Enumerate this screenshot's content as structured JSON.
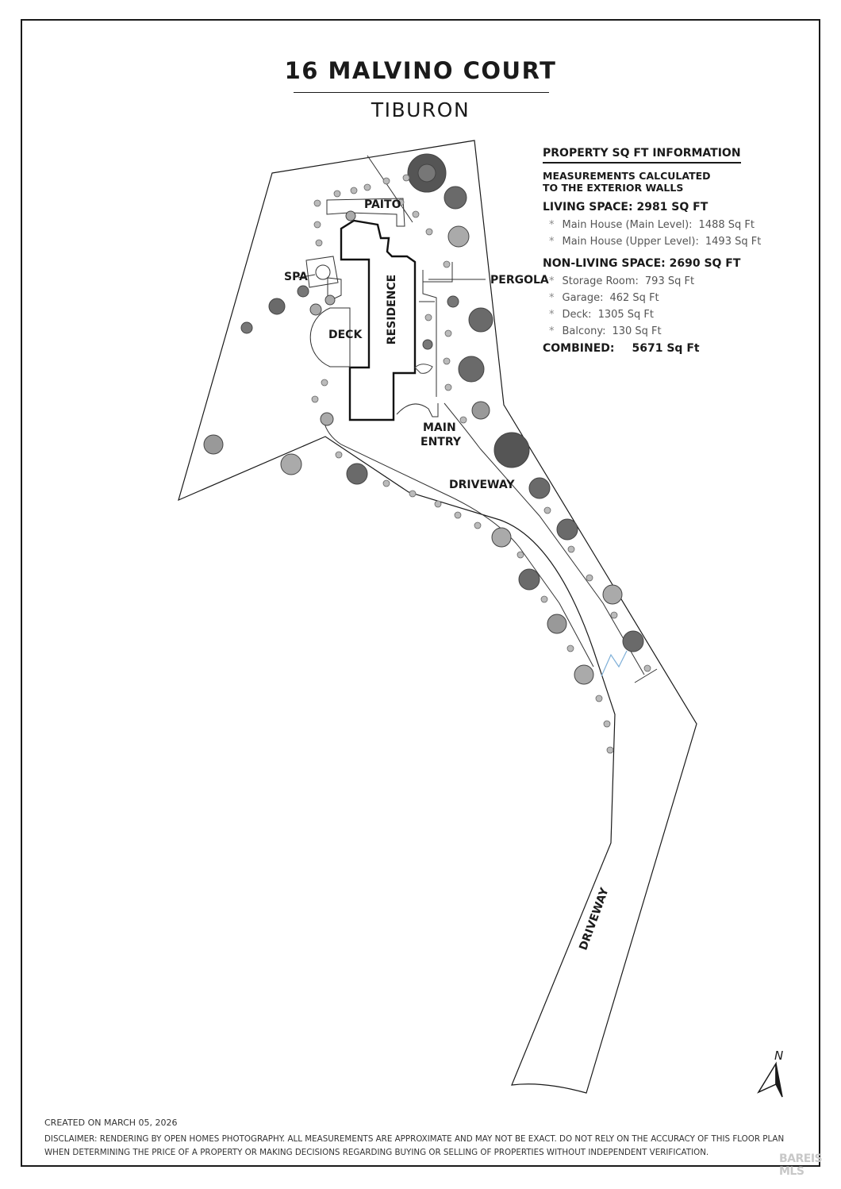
{
  "header": {
    "title": "16 MALVINO COURT",
    "subtitle": "TIBURON"
  },
  "info": {
    "heading": "PROPERTY SQ FT INFORMATION",
    "note_line1": "MEASUREMENTS CALCULATED",
    "note_line2": "TO THE EXTERIOR WALLS",
    "living_heading": "LIVING SPACE: 2981 SQ FT",
    "living_items": [
      {
        "label": "Main House (Main Level):",
        "value": "1488 Sq Ft"
      },
      {
        "label": "Main House (Upper Level):",
        "value": "1493 Sq Ft"
      }
    ],
    "nonliving_heading": "NON-LIVING SPACE: 2690 SQ FT",
    "nonliving_items": [
      {
        "label": "Storage Room:",
        "value": "793 Sq Ft"
      },
      {
        "label": "Garage:",
        "value": "462 Sq Ft"
      },
      {
        "label": "Deck:",
        "value": "1305 Sq Ft"
      },
      {
        "label": "Balcony:",
        "value": "130 Sq Ft"
      }
    ],
    "combined_label": "COMBINED:",
    "combined_value": "5671  Sq Ft",
    "bullet": "*"
  },
  "labels": {
    "paito": "PAITO",
    "spa": "SPA",
    "pergola": "PERGOLA",
    "deck": "DECK",
    "residence": "RESIDENCE",
    "main_entry_1": "MAIN",
    "main_entry_2": "ENTRY",
    "driveway_1": "DRIVEWAY",
    "driveway_2": "DRIVEWAY",
    "north": "N"
  },
  "footer": {
    "created": "CREATED ON MARCH 05, 2026",
    "disclaimer": "DISCLAIMER: RENDERING BY OPEN HOMES PHOTOGRAPHY. ALL MEASUREMENTS ARE APPROXIMATE AND MAY NOT BE EXACT. DO NOT RELY ON THE ACCURACY OF THIS FLOOR PLAN WHEN DETERMINING THE PRICE OF A PROPERTY OR MAKING DECISIONS REGARDING BUYING OR SELLING OF PROPERTIES WITHOUT INDEPENDENT VERIFICATION.",
    "watermark": "BAREIS MLS"
  },
  "colors": {
    "line": "#1a1a1a",
    "tree_dark": "#555555",
    "tree_mid": "#7a7a7a",
    "tree_light": "#a8a8a8"
  }
}
